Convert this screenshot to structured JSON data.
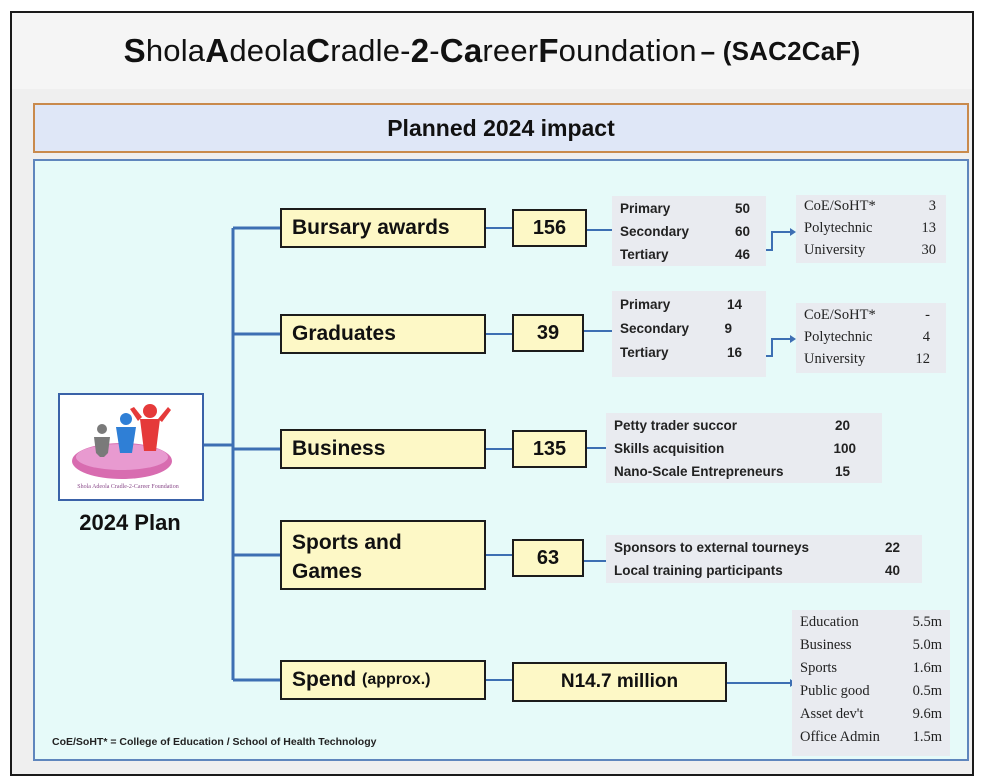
{
  "header": {
    "title_parts": [
      "S",
      "hola ",
      "A",
      "deola ",
      "C",
      "radle-",
      "2",
      "-",
      "Ca",
      "reer ",
      "F",
      "oundation"
    ],
    "title_suffix": "– (SAC2CaF)"
  },
  "subtitle": "Planned 2024 impact",
  "center": {
    "label": "2024 Plan",
    "logo_caption": "Shola Adeola Cradle-2-Career Foundation"
  },
  "branches": [
    {
      "name": "Bursary awards",
      "value": "156",
      "levels": [
        {
          "k": "Primary",
          "v": "50"
        },
        {
          "k": "Secondary",
          "v": "60"
        },
        {
          "k": "Tertiary",
          "v": "46"
        }
      ],
      "tertiary": [
        {
          "k": "CoE/SoHT*",
          "v": "3"
        },
        {
          "k": "Polytechnic",
          "v": "13"
        },
        {
          "k": "University",
          "v": "30"
        }
      ]
    },
    {
      "name": "Graduates",
      "value": "39",
      "levels": [
        {
          "k": "Primary",
          "v": "14"
        },
        {
          "k": "Secondary",
          "v": "9"
        },
        {
          "k": "Tertiary",
          "v": "16"
        }
      ],
      "tertiary": [
        {
          "k": "CoE/SoHT*",
          "v": "-"
        },
        {
          "k": "Polytechnic",
          "v": "4"
        },
        {
          "k": "University",
          "v": "12"
        }
      ]
    },
    {
      "name": "Business",
      "value": "135",
      "items": [
        {
          "k": "Petty trader succor",
          "v": "20"
        },
        {
          "k": "Skills acquisition",
          "v": "100"
        },
        {
          "k": "Nano-Scale Entrepreneurs",
          "v": "15"
        }
      ]
    },
    {
      "name_lines": [
        "Sports and",
        "Games"
      ],
      "value": "63",
      "items": [
        {
          "k": "Sponsors to external tourneys",
          "v": "22"
        },
        {
          "k": "Local training participants",
          "v": "40"
        }
      ]
    },
    {
      "name": "Spend",
      "name_suffix": "(approx.)",
      "value": "N14.7 million",
      "items": [
        {
          "k": "Education",
          "v": "5.5m"
        },
        {
          "k": "Business",
          "v": "5.0m"
        },
        {
          "k": "Sports",
          "v": "1.6m"
        },
        {
          "k": "Public good",
          "v": "0.5m"
        },
        {
          "k": "Asset dev't",
          "v": "9.6m"
        },
        {
          "k": "Office Admin",
          "v": "1.5m"
        }
      ]
    }
  ],
  "footnote": "CoE/SoHT* = College of Education / School of Health Technology",
  "colors": {
    "box_fill": "#fdf8c6",
    "connector": "#3d6fb3",
    "area_fill": "#e6faf9",
    "area_border": "#5f86bd",
    "subtitle_border": "#c98a4c"
  }
}
